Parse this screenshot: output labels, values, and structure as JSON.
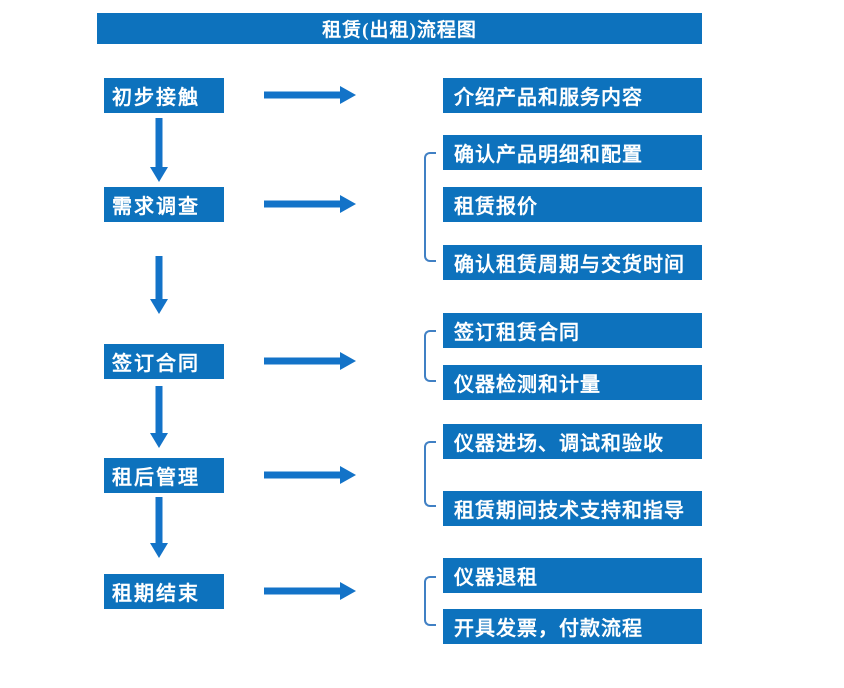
{
  "title": "租赁(出租)流程图",
  "colors": {
    "box": "#0d72bd",
    "arrow": "#1373c8",
    "bracket": "#4080c4",
    "text": "#ffffff",
    "background": "#ffffff"
  },
  "steps": [
    {
      "label": "初步接触",
      "details": [
        "介绍产品和服务内容"
      ]
    },
    {
      "label": "需求调查",
      "details": [
        "确认产品明细和配置",
        "租赁报价",
        "确认租赁周期与交货时间"
      ]
    },
    {
      "label": "签订合同",
      "details": [
        "签订租赁合同",
        "仪器检测和计量"
      ]
    },
    {
      "label": "租后管理",
      "details": [
        "仪器进场、调试和验收",
        "租赁期间技术支持和指导"
      ]
    },
    {
      "label": "租期结束",
      "details": [
        "仪器退租",
        "开具发票，付款流程"
      ]
    }
  ]
}
